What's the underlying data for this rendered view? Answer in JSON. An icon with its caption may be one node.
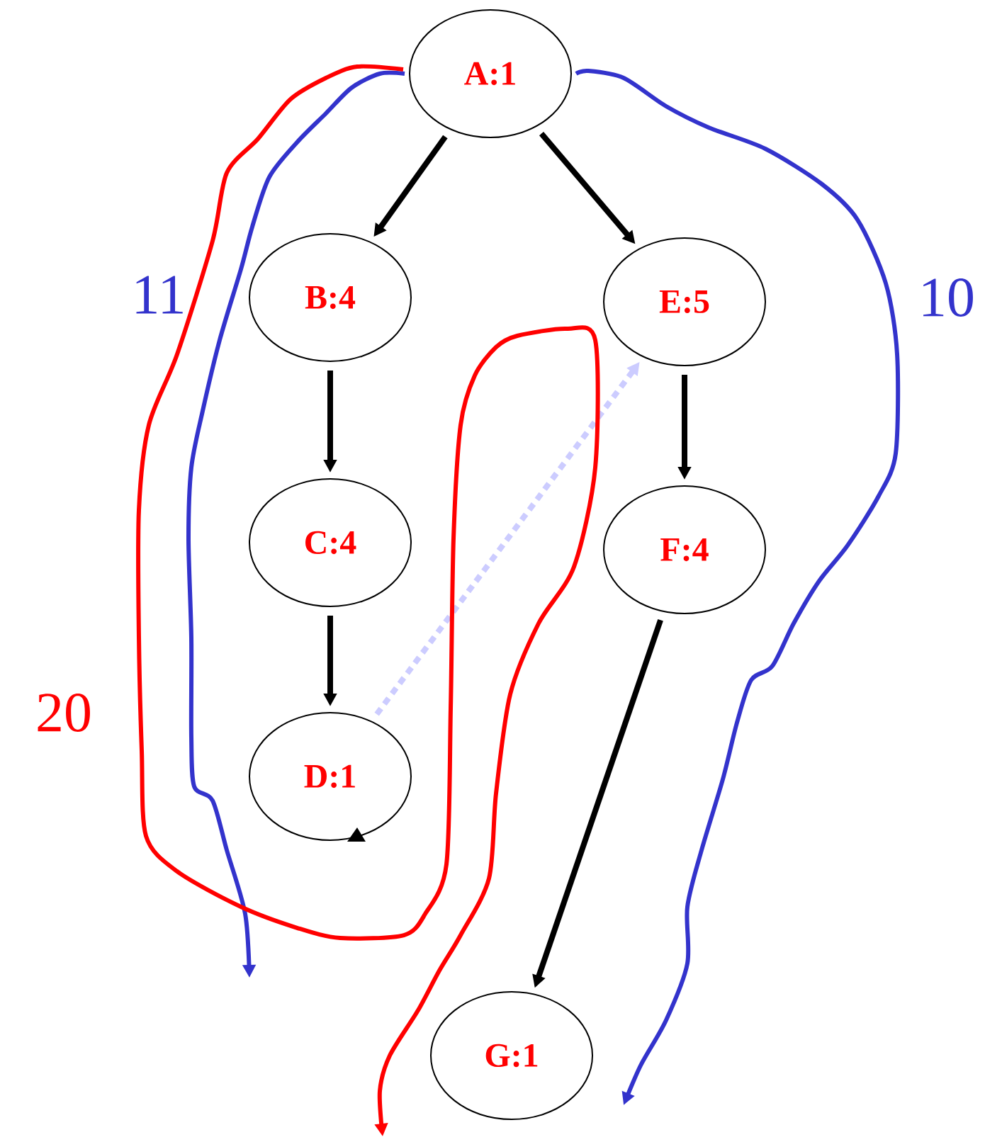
{
  "diagram": {
    "nodes": [
      {
        "text": [
          "A:1"
        ]
      },
      {
        "text": [
          "B:4"
        ]
      },
      {
        "text": [
          "E:5"
        ]
      },
      {
        "text": [
          "C:4"
        ]
      },
      {
        "text": [
          "F:4"
        ]
      },
      {
        "text": [
          "D:1"
        ]
      },
      {
        "text": [
          "G:1"
        ]
      }
    ],
    "edges": [
      {
        "from": 0,
        "to": 1,
        "arrow": "to"
      },
      {
        "from": 0,
        "to": 2,
        "arrow": "to"
      },
      {
        "from": 1,
        "to": 3,
        "arrow": "to"
      },
      {
        "from": 2,
        "to": 4,
        "arrow": "to"
      },
      {
        "from": 3,
        "to": 5,
        "arrow": "to"
      },
      {
        "from": 4,
        "to": 6,
        "arrow": "to"
      },
      {
        "from": 5,
        "to": 2,
        "arrow": "to",
        "style": "dashed",
        "color": "#ccccff"
      },
      {
        "from": 0,
        "to": null,
        "arrow": "to",
        "color": "#3333cc",
        "label": "11"
      },
      {
        "from": 0,
        "to": null,
        "arrow": "to",
        "color": "#ff0000",
        "label": "20"
      },
      {
        "from": 0,
        "to": null,
        "arrow": "to",
        "color": "#3333cc",
        "label": "10"
      }
    ]
  }
}
